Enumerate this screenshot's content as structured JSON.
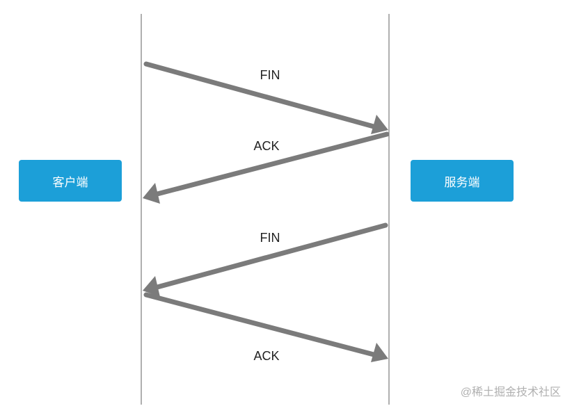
{
  "nodes": {
    "client": "客户端",
    "server": "服务端"
  },
  "messages": [
    {
      "label": "FIN",
      "from": "client",
      "to": "server"
    },
    {
      "label": "ACK",
      "from": "server",
      "to": "client"
    },
    {
      "label": "FIN",
      "from": "server",
      "to": "client"
    },
    {
      "label": "ACK",
      "from": "client",
      "to": "server"
    }
  ],
  "watermark": "@稀土掘金技术社区",
  "colors": {
    "node_fill": "#1c9fd8",
    "arrow": "#7b7b7b",
    "lifeline": "#7a7a7a",
    "background": "#ffffff"
  }
}
